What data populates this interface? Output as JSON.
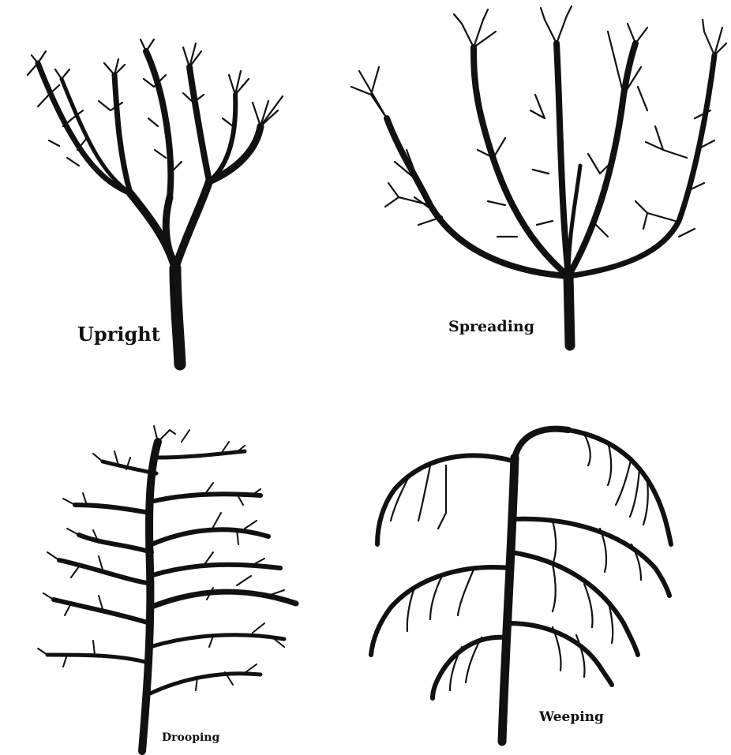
{
  "panels": [
    {
      "id": "upright",
      "label": "Upright"
    },
    {
      "id": "spreading",
      "label": "Spreading"
    },
    {
      "id": "drooping",
      "label": "Drooping"
    },
    {
      "id": "weeping",
      "label": "Weeping"
    }
  ],
  "colors": {
    "background": "#ffffff",
    "ink": "#111111"
  }
}
